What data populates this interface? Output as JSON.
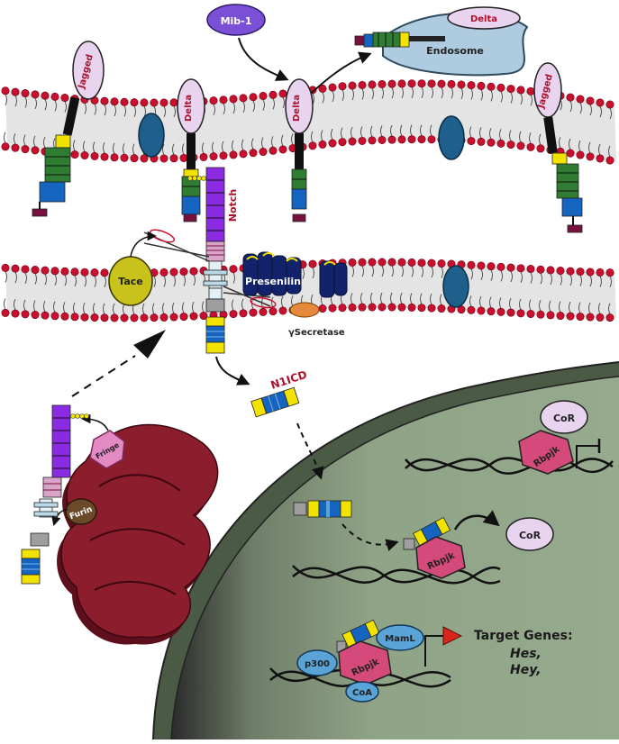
{
  "labels": {
    "mib1": "Mib-1",
    "delta": "Delta",
    "endosome": "Endosome",
    "jagged": "Jagged",
    "notch": "Notch",
    "tace": "Tace",
    "presenilin": "Presenilin",
    "gamma_secretase": "γSecretase",
    "n1icd": "N1ICD",
    "furin": "Furin",
    "fringe": "Fringe",
    "cor": "CoR",
    "rbpjk": "Rbpjk",
    "maml": "MamL",
    "p300": "p300",
    "coa": "CoA",
    "target_genes": "Target Genes:",
    "hes": "Hes,",
    "hey": "Hey,"
  },
  "colors": {
    "lipid_head": "#c8102e",
    "membrane": "#bdbdbd",
    "channel": "#1f5f8b",
    "delta_oval": "#e8d4ef",
    "notch_purple": "#8a2be2",
    "green_segment": "#2e7d32",
    "blue_segment": "#1565c0",
    "yellow_segment": "#f2e200",
    "cap": "#7a1040",
    "tace": "#c9c21a",
    "presenilin": "#12236b",
    "gamma_secretase": "#e58a3a",
    "nucleus": "#8fa386",
    "golgi": "#8c1d2c",
    "rbpjk": "#d44a7a",
    "cor": "#e8d4ef",
    "coactivator": "#5aa3d6",
    "arrow_target": "#d9261c"
  }
}
